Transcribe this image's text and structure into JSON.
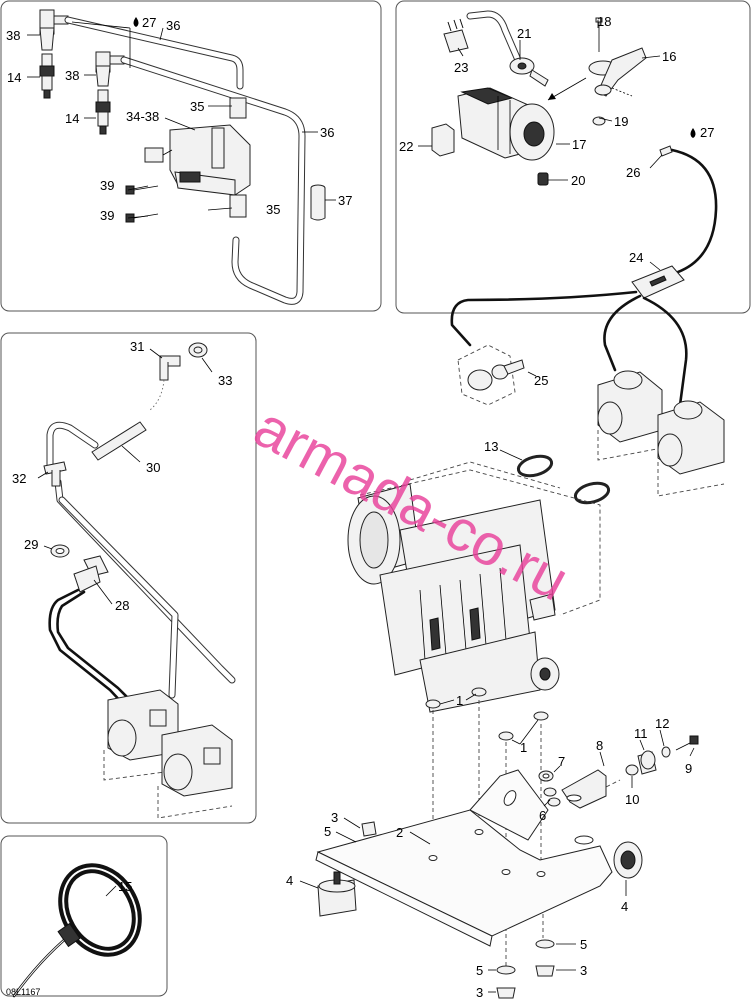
{
  "figure_code": "08L1167",
  "watermark": "armada-co.ru",
  "callouts": {
    "c1a": "1",
    "c1b": "1",
    "c2": "2",
    "c3a": "3",
    "c3b": "3",
    "c3c": "3",
    "c4a": "4",
    "c4b": "4",
    "c5a": "5",
    "c5b": "5",
    "c5c": "5",
    "c6": "6",
    "c7": "7",
    "c8": "8",
    "c9": "9",
    "c10": "10",
    "c11": "11",
    "c12": "12",
    "c13": "13",
    "c14a": "14",
    "c14b": "14",
    "c15": "15",
    "c16": "16",
    "c17": "17",
    "c18": "18",
    "c19": "19",
    "c20": "20",
    "c21": "21",
    "c22": "22",
    "c23": "23",
    "c24": "24",
    "c25": "25",
    "c26": "26",
    "c27a": "27",
    "c27b": "27",
    "c28": "28",
    "c29": "29",
    "c30": "30",
    "c31": "31",
    "c32": "32",
    "c33": "33",
    "c3438": "34-38",
    "c35a": "35",
    "c35b": "35",
    "c36a": "36",
    "c36b": "36",
    "c37": "37",
    "c38a": "38",
    "c38b": "38",
    "c39a": "39",
    "c39b": "39"
  },
  "icons": [
    "oil-drop-icon"
  ]
}
